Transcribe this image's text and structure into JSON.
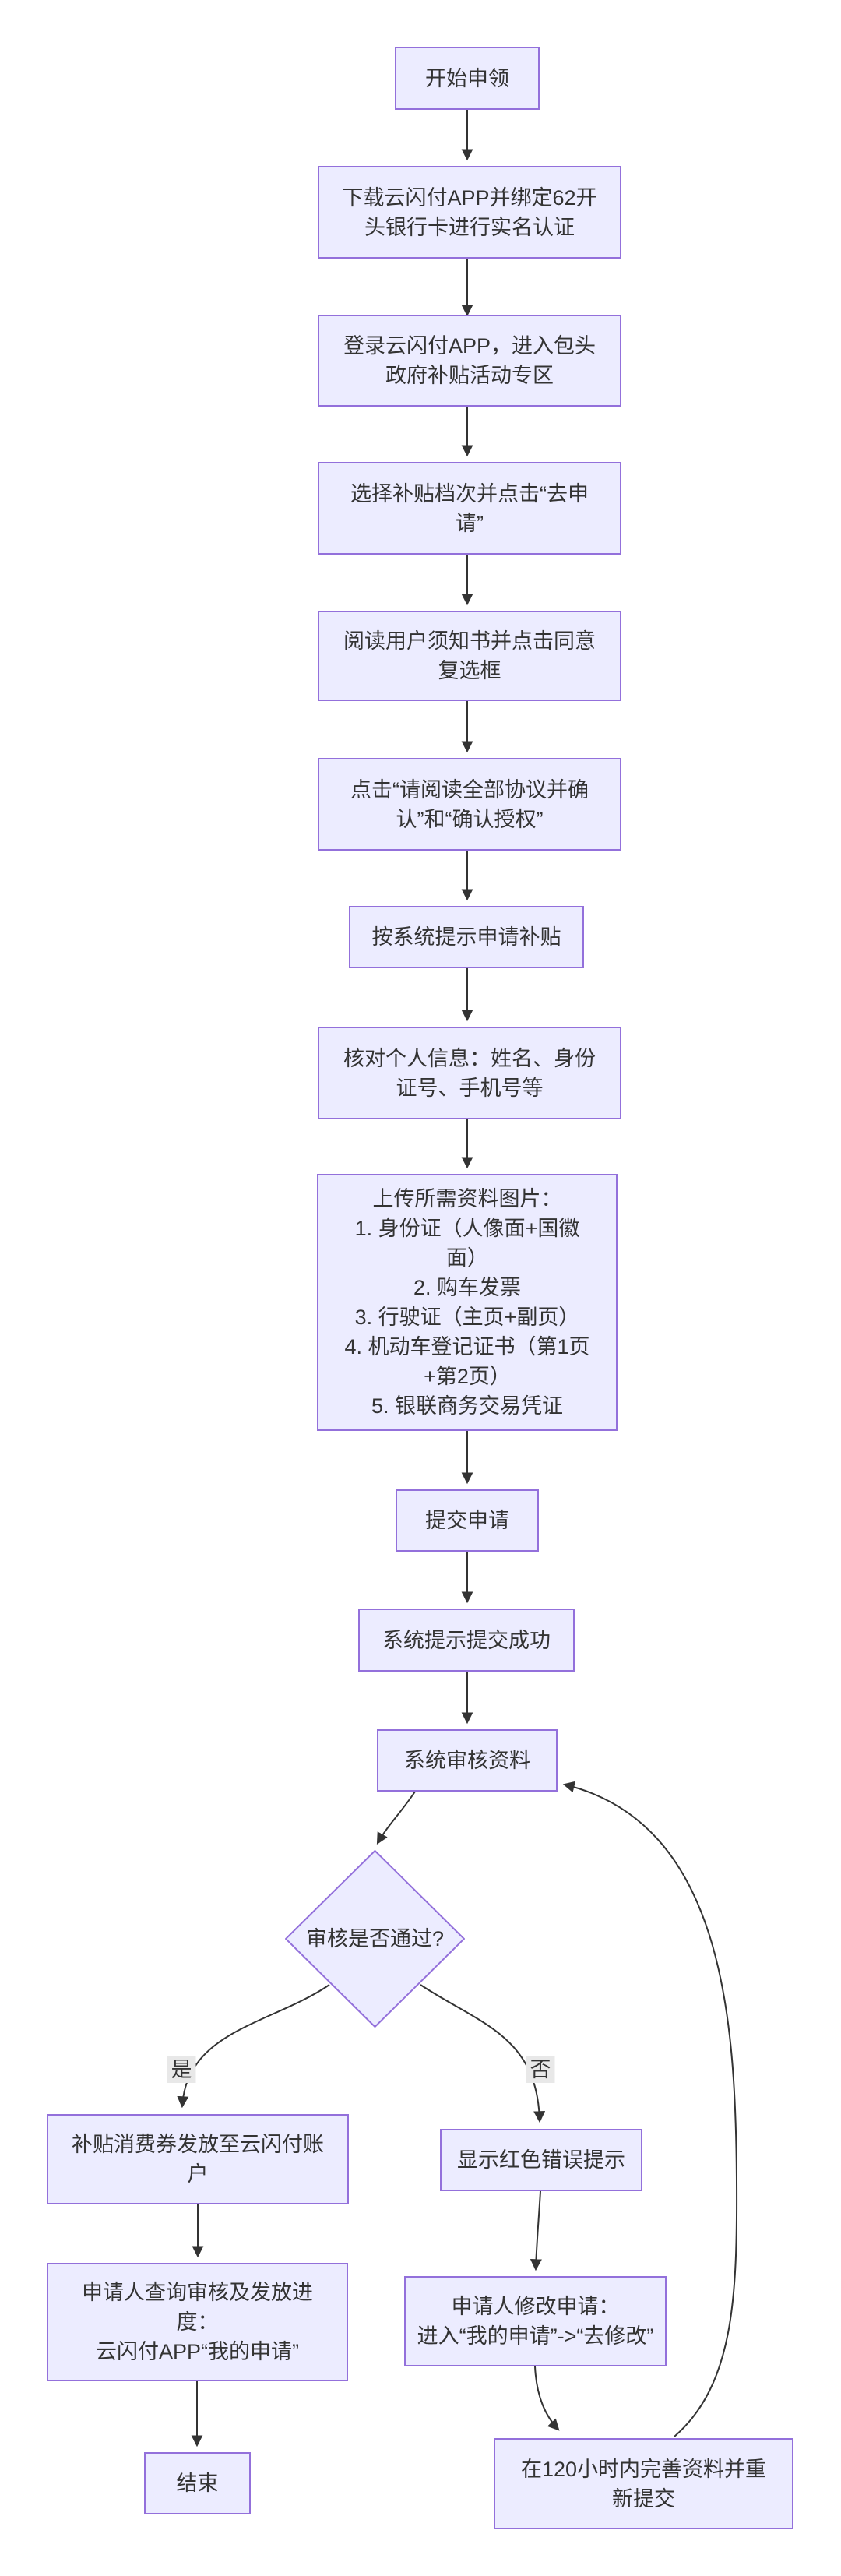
{
  "diagram": {
    "type": "flowchart",
    "direction": "top-down",
    "nodes": [
      {
        "id": "start",
        "shape": "rect",
        "label": "开始申领"
      },
      {
        "id": "download",
        "shape": "rect",
        "label": "下载云闪付APP并绑定62开\n头银行卡进行实名认证"
      },
      {
        "id": "login",
        "shape": "rect",
        "label": "登录云闪付APP，进入包头\n政府补贴活动专区"
      },
      {
        "id": "select_tier",
        "shape": "rect",
        "label": "选择补贴档次并点击“去申\n请”"
      },
      {
        "id": "read_notice",
        "shape": "rect",
        "label": "阅读用户须知书并点击同意\n复选框"
      },
      {
        "id": "click_agree",
        "shape": "rect",
        "label": "点击“请阅读全部协议并确\n认”和“确认授权”"
      },
      {
        "id": "follow_prompts",
        "shape": "rect",
        "label": "按系统提示申请补贴"
      },
      {
        "id": "verify_info",
        "shape": "rect",
        "label": "核对个人信息：姓名、身份\n证号、手机号等"
      },
      {
        "id": "upload_docs",
        "shape": "rect",
        "label": "上传所需资料图片：\n1. 身份证（人像面+国徽\n面）\n2. 购车发票\n3. 行驶证（主页+副页）\n4. 机动车登记证书（第1页\n+第2页）\n5. 银联商务交易凭证"
      },
      {
        "id": "submit",
        "shape": "rect",
        "label": "提交申请"
      },
      {
        "id": "submit_success",
        "shape": "rect",
        "label": "系统提示提交成功"
      },
      {
        "id": "system_review",
        "shape": "rect",
        "label": "系统审核资料"
      },
      {
        "id": "review_pass",
        "shape": "diamond",
        "label": "审核是否通过?"
      },
      {
        "id": "voucher_issued",
        "shape": "rect",
        "label": "补贴消费券发放至云闪付账\n户"
      },
      {
        "id": "error_prompt",
        "shape": "rect",
        "label": "显示红色错误提示"
      },
      {
        "id": "query_progress",
        "shape": "rect",
        "label": "申请人查询审核及发放进\n度：\n云闪付APP“我的申请”"
      },
      {
        "id": "end",
        "shape": "rect",
        "label": "结束"
      },
      {
        "id": "modify_application",
        "shape": "rect",
        "label": "申请人修改申请：\n进入“我的申请”->“去修改”"
      },
      {
        "id": "resubmit",
        "shape": "rect",
        "label": "在120小时内完善资料并重\n新提交"
      }
    ],
    "edges": [
      {
        "from": "start",
        "to": "download",
        "label": ""
      },
      {
        "from": "download",
        "to": "login",
        "label": ""
      },
      {
        "from": "login",
        "to": "select_tier",
        "label": ""
      },
      {
        "from": "select_tier",
        "to": "read_notice",
        "label": ""
      },
      {
        "from": "read_notice",
        "to": "click_agree",
        "label": ""
      },
      {
        "from": "click_agree",
        "to": "follow_prompts",
        "label": ""
      },
      {
        "from": "follow_prompts",
        "to": "verify_info",
        "label": ""
      },
      {
        "from": "verify_info",
        "to": "upload_docs",
        "label": ""
      },
      {
        "from": "upload_docs",
        "to": "submit",
        "label": ""
      },
      {
        "from": "submit",
        "to": "submit_success",
        "label": ""
      },
      {
        "from": "submit_success",
        "to": "system_review",
        "label": ""
      },
      {
        "from": "system_review",
        "to": "review_pass",
        "label": ""
      },
      {
        "from": "review_pass",
        "to": "voucher_issued",
        "label": "是"
      },
      {
        "from": "review_pass",
        "to": "error_prompt",
        "label": "否"
      },
      {
        "from": "voucher_issued",
        "to": "query_progress",
        "label": ""
      },
      {
        "from": "query_progress",
        "to": "end",
        "label": ""
      },
      {
        "from": "error_prompt",
        "to": "modify_application",
        "label": ""
      },
      {
        "from": "modify_application",
        "to": "resubmit",
        "label": ""
      },
      {
        "from": "resubmit",
        "to": "system_review",
        "label": ""
      }
    ]
  },
  "colors": {
    "background": "#ffffff",
    "node_fill": "#ECECFF",
    "node_border": "#9370DB",
    "edge": "#333333",
    "text": "#333333",
    "edge_label_bg": "#e8e8e8"
  }
}
